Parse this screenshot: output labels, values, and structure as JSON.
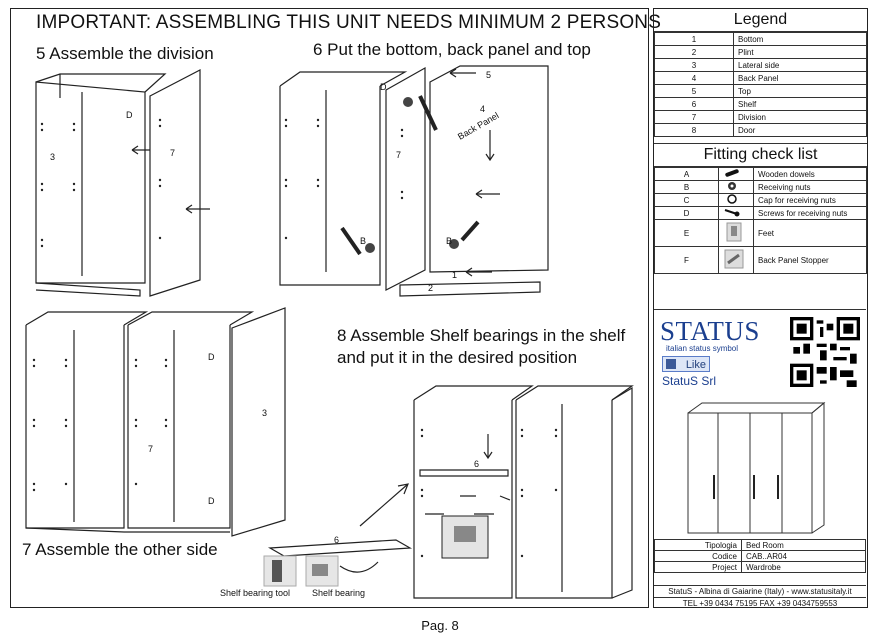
{
  "headline": "IMPORTANT: ASSEMBLING THIS UNIT NEEDS MINIMUM 2 PERSONS",
  "steps": {
    "s5": "5 Assemble the division",
    "s6": "6 Put the bottom, back panel and top",
    "s7": "7 Assemble the other side",
    "s8a": "8 Assemble Shelf bearings in the shelf",
    "s8b": "and put it in the desired position"
  },
  "drawing_labels": {
    "n1": "1",
    "n2": "2",
    "n3": "3",
    "n4": "4",
    "n5": "5",
    "n6": "6",
    "n7": "7",
    "d": "D",
    "b": "B",
    "back_panel": "Back Panel",
    "shelf_tool": "Shelf bearing tool",
    "shelf_bearing": "Shelf bearing"
  },
  "legend": {
    "title": "Legend",
    "rows": [
      {
        "num": "1",
        "name": "Bottom"
      },
      {
        "num": "2",
        "name": "Plint"
      },
      {
        "num": "3",
        "name": "Lateral side"
      },
      {
        "num": "4",
        "name": "Back Panel"
      },
      {
        "num": "5",
        "name": "Top"
      },
      {
        "num": "6",
        "name": "Shelf"
      },
      {
        "num": "7",
        "name": "Division"
      },
      {
        "num": "8",
        "name": "Door"
      }
    ]
  },
  "fitting": {
    "title": "Fitting check list",
    "rows": [
      {
        "code": "A",
        "name": "Wooden dowels",
        "icon": "dowel-icon"
      },
      {
        "code": "B",
        "name": "Receiving nuts",
        "icon": "nut-icon"
      },
      {
        "code": "C",
        "name": "Cap for receiving nuts",
        "icon": "cap-icon"
      },
      {
        "code": "D",
        "name": "Screws for receiving nuts",
        "icon": "screw-icon"
      },
      {
        "code": "E",
        "name": "Feet",
        "icon": "feet-icon"
      },
      {
        "code": "F",
        "name": "Back Panel Stopper",
        "icon": "stopper-icon"
      }
    ]
  },
  "brand": {
    "logo": "STATUS",
    "tagline": "italian status symbol",
    "like": "Like",
    "company": "StatuS Srl",
    "color": "#1b3f8f"
  },
  "product": {
    "rows": [
      {
        "label": "Tipologia",
        "value": "Bed Room"
      },
      {
        "label": "Codice",
        "value": "CAB..AR04"
      },
      {
        "label": "Project",
        "value": "Wardrobe"
      }
    ]
  },
  "footer": {
    "address": "StatuS - Albina di Gaiarine (Italy) - www.statusitaly.it",
    "phone": "TEL +39 0434 75195  FAX +39 0434759553"
  },
  "page": "Pag. 8"
}
